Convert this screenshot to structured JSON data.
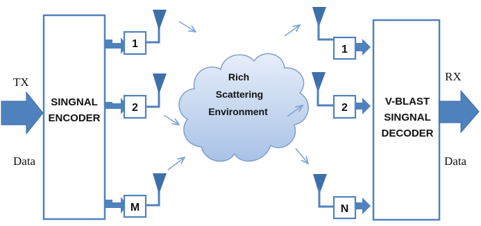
{
  "transmitter": {
    "input_top_label": "TX",
    "input_bottom_label": "Data",
    "encoder_lines": [
      "SINGNAL",
      "ENCODER"
    ],
    "antennas": [
      "1",
      "2",
      "M"
    ]
  },
  "channel": {
    "lines": [
      "Rich",
      "Scattering",
      "Environment"
    ]
  },
  "receiver": {
    "antennas": [
      "1",
      "2",
      "N"
    ],
    "decoder_lines": [
      "V-BLAST",
      "SINGNAL",
      "DECODER"
    ],
    "output_top_label": "RX",
    "output_bottom_label": "Data"
  },
  "colors": {
    "block_border": "#4f81bd",
    "arrow_fill": "#4f81bd",
    "antenna_fill": "#3f6fa8",
    "cloud_top": "#e6eefa",
    "cloud_bottom": "#a9c2e6",
    "cloud_border": "#7f9fcc",
    "ray": "#7fa6d6"
  },
  "icons": {
    "antenna": "antenna-icon",
    "cloud": "cloud-shape"
  }
}
